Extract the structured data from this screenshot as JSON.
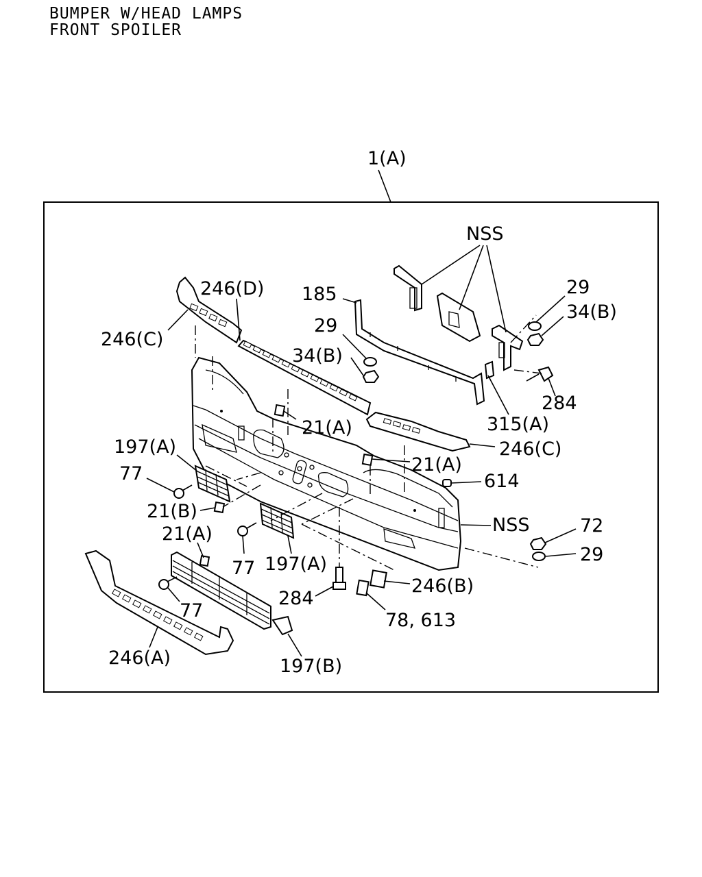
{
  "title": {
    "line1": "BUMPER W/HEAD LAMPS",
    "line2": "FRONT SPOILER"
  },
  "callouts": {
    "assy": "1(A)",
    "nss_top": "NSS",
    "c185": "185",
    "c29_top_left": "29",
    "c34b_left": "34(B)",
    "c29_top_right": "29",
    "c34b_right": "34(B)",
    "c284_top": "284",
    "c315a": "315(A)",
    "c246d": "246(D)",
    "c246c_left": "246(C)",
    "c246c_right": "246(C)",
    "c21a_upper": "21(A)",
    "c21a_mid": "21(A)",
    "c21a_lower": "21(A)",
    "c197a_left": "197(A)",
    "c197a_mid": "197(A)",
    "c77_left": "77",
    "c77_mid": "77",
    "c77_lower": "77",
    "c21b": "21(B)",
    "c614": "614",
    "nss_mid": "NSS",
    "c72": "72",
    "c29_bottom": "29",
    "c246b": "246(B)",
    "c284_bottom": "284",
    "c78_613": "78, 613",
    "c246a": "246(A)",
    "c197b": "197(B)"
  }
}
